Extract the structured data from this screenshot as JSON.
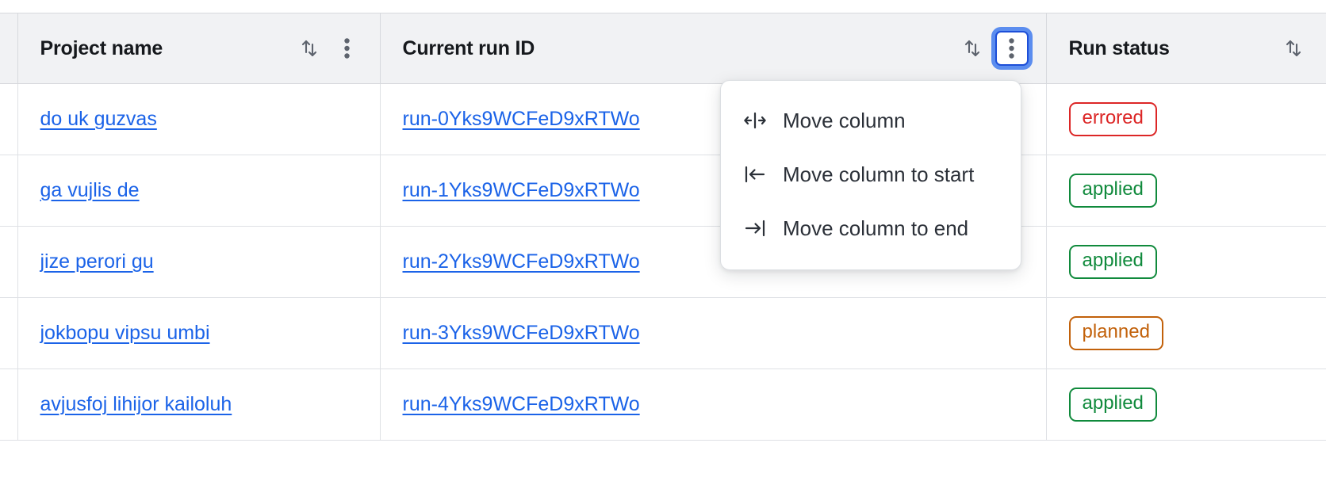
{
  "table": {
    "columns": [
      {
        "key": "project_name",
        "label": "Project name",
        "sort_icon": "sort-updown-icon",
        "menu_icon": "kebab-menu-icon",
        "has_menu": true,
        "menu_focused": false
      },
      {
        "key": "current_run_id",
        "label": "Current run ID",
        "sort_icon": "sort-updown-icon",
        "menu_icon": "kebab-menu-icon",
        "has_menu": true,
        "menu_focused": true
      },
      {
        "key": "run_status",
        "label": "Run status",
        "sort_icon": "sort-updown-icon",
        "menu_icon": null,
        "has_menu": false,
        "menu_focused": false
      }
    ],
    "rows": [
      {
        "project_name": "do uk guzvas",
        "current_run_id": "run-0Yks9WCFeD9xRTWo",
        "run_status": "errored",
        "status_kind": "errored"
      },
      {
        "project_name": "ga vujlis de",
        "current_run_id": "run-1Yks9WCFeD9xRTWo",
        "run_status": "applied",
        "status_kind": "applied"
      },
      {
        "project_name": "jize perori gu",
        "current_run_id": "run-2Yks9WCFeD9xRTWo",
        "run_status": "applied",
        "status_kind": "applied"
      },
      {
        "project_name": "jokbopu vipsu umbi",
        "current_run_id": "run-3Yks9WCFeD9xRTWo",
        "run_status": "planned",
        "status_kind": "planned"
      },
      {
        "project_name": "avjusfoj lihijor kailoluh",
        "current_run_id": "run-4Yks9WCFeD9xRTWo",
        "run_status": "applied",
        "status_kind": "applied"
      }
    ]
  },
  "column_menu": {
    "open_for_column": "Current run ID",
    "items": [
      {
        "label": "Move column",
        "icon": "move-column-icon"
      },
      {
        "label": "Move column to start",
        "icon": "move-to-start-icon"
      },
      {
        "label": "Move column to end",
        "icon": "move-to-end-icon"
      }
    ]
  },
  "colors": {
    "link": "#1b63e8",
    "header_bg": "#f1f2f4",
    "border": "#dfe1e5",
    "focus_ring": "#5b8def",
    "focus_border": "#1d4fd8",
    "status_errored": "#dc2626",
    "status_applied": "#108a3c",
    "status_planned": "#c2610a"
  }
}
